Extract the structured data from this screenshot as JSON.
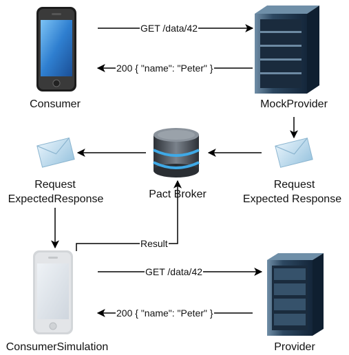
{
  "nodes": {
    "consumer": {
      "label": "Consumer"
    },
    "mock_provider": {
      "label": "MockProvider"
    },
    "pact_broker": {
      "label": "Pact Broker"
    },
    "envelope_left": {
      "label_line1": "Request",
      "label_line2": "ExpectedResponse"
    },
    "envelope_right": {
      "label_line1": "Request",
      "label_line2": "Expected Response"
    },
    "consumer_simulation": {
      "label": "ConsumerSimulation"
    },
    "provider": {
      "label": "Provider"
    }
  },
  "edges": {
    "top_request": "GET /data/42",
    "top_response": "200 { \"name\": \"Peter\" }",
    "result": "Result",
    "bottom_request": "GET /data/42",
    "bottom_response": "200 { \"name\": \"Peter\" }"
  },
  "colors": {
    "arrow": "#000000",
    "phone_body": "#1c1c1c",
    "phone_screen": "#3b8fd6",
    "server_body": "#1f3447",
    "server_light": "#5d7d96",
    "envelope": "#b9d8ea",
    "db_body": "#454b52",
    "db_ring": "#3fa9e6"
  }
}
